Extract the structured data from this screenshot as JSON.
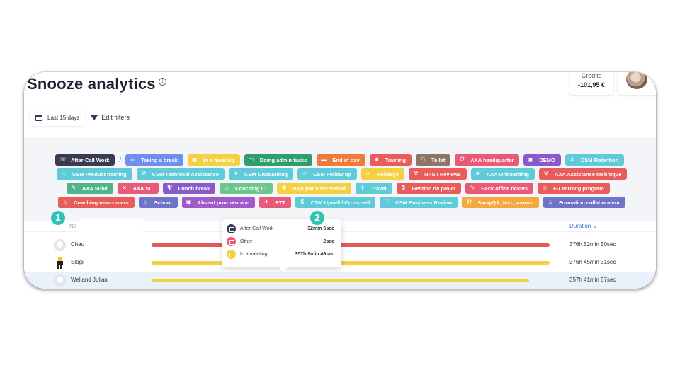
{
  "page": {
    "title": "Snooze analytics",
    "info_icon": "info-icon"
  },
  "credits": {
    "label": "Credits",
    "value": "-101,95 €"
  },
  "filters": {
    "date_label": "Last 15 days",
    "edit_label": "Edit filters"
  },
  "tag_rows": [
    [
      {
        "label": "After-Call Work",
        "color": "#3a3b52",
        "icon": "call-icon"
      },
      {
        "label": "Taking a break",
        "color": "#6e8ff0",
        "icon": "coffee-icon"
      },
      {
        "label": "In a meeting",
        "color": "#f5d142",
        "icon": "briefcase-icon"
      },
      {
        "label": "Doing admin tasks",
        "color": "#2f9e6a",
        "icon": "folder-icon"
      },
      {
        "label": "End of day",
        "color": "#f07a3a",
        "icon": "bed-icon"
      },
      {
        "label": "Training",
        "color": "#e95c5c",
        "icon": "star-icon"
      },
      {
        "label": "Toilet",
        "color": "#8b7768",
        "icon": "people-icon"
      },
      {
        "label": "AXA headquarter",
        "color": "#e95a78",
        "icon": "shield-icon"
      },
      {
        "label": "DEMO",
        "color": "#8a5ac9",
        "icon": "briefcase-icon"
      },
      {
        "label": "CSM Retention",
        "color": "#5fcbd8",
        "icon": "tools-icon"
      }
    ],
    [
      {
        "label": "CSM Product training",
        "color": "#5fcbd8",
        "icon": "graduation-icon"
      },
      {
        "label": "CSM Technical Assistance",
        "color": "#5fcbd8",
        "icon": "wrench-icon"
      },
      {
        "label": "CSM Onboarding",
        "color": "#5fcbd8",
        "icon": "plane-icon"
      },
      {
        "label": "CSM Follow up",
        "color": "#5fcbd8",
        "icon": "user-icon"
      },
      {
        "label": "Holidays",
        "color": "#f5d142",
        "icon": "plane-icon"
      },
      {
        "label": "NPS / Reviews",
        "color": "#e95c5c",
        "icon": "wrench-icon"
      },
      {
        "label": "AXA Onboarding",
        "color": "#5fcbd8",
        "icon": "plane-icon"
      },
      {
        "label": "AXA Assistance technique",
        "color": "#e95c5c",
        "icon": "wrench-icon"
      }
    ],
    [
      {
        "label": "AXA Suivi",
        "color": "#4fb58a",
        "icon": "pencil-icon"
      },
      {
        "label": "AXA SC",
        "color": "#e95a78",
        "icon": "tools-icon"
      },
      {
        "label": "Lunch break",
        "color": "#8a5ac9",
        "icon": "fork-icon"
      },
      {
        "label": "Coaching L1",
        "color": "#6bc78c",
        "icon": "graduation-icon"
      },
      {
        "label": "Baja por enfermedad",
        "color": "#f5d142",
        "icon": "bandage-icon"
      },
      {
        "label": "Travel",
        "color": "#5fcbd8",
        "icon": "plane-icon"
      },
      {
        "label": "Gestion de projet",
        "color": "#e95c5c",
        "icon": "dollar-icon"
      },
      {
        "label": "Back office tickets",
        "color": "#e95a78",
        "icon": "pencil-icon"
      },
      {
        "label": "E-Learning program",
        "color": "#e95c5c",
        "icon": "user-icon"
      }
    ],
    [
      {
        "label": "Coaching newcomers",
        "color": "#e95c5c",
        "icon": "graduation-icon"
      },
      {
        "label": "School",
        "color": "#6f74c9",
        "icon": "graduation-icon"
      },
      {
        "label": "Absent pour réunion",
        "color": "#a05ac9",
        "icon": "briefcase-icon"
      },
      {
        "label": "RTT",
        "color": "#e95a78",
        "icon": "plane-icon"
      },
      {
        "label": "CSM Upsell / Cross sell",
        "color": "#5fcbd8",
        "icon": "dollar-icon"
      },
      {
        "label": "CSM Business Review",
        "color": "#5fcbd8",
        "icon": "heart-icon"
      },
      {
        "label": "SamyQA_test_snooze",
        "color": "#f5a742",
        "icon": "wrench-icon"
      },
      {
        "label": "Formation collaborateur",
        "color": "#6f74c9",
        "icon": "graduation-icon"
      }
    ]
  ],
  "table": {
    "sort_header": "Na",
    "duration_header": "Duration",
    "rows": [
      {
        "name": "Chau",
        "duration": "376h 52min 50sec",
        "bar_color": "#e05a5a",
        "bar_fraction": 1.0
      },
      {
        "name": "Slogi",
        "duration": "376h 45min 31sec",
        "bar_color": "#f5d142",
        "bar_fraction": 0.9998
      },
      {
        "name": "Welland Julian",
        "duration": "357h 41min 57sec",
        "bar_color": "#f5d142",
        "bar_fraction": 0.9492
      }
    ]
  },
  "tooltip": {
    "items": [
      {
        "label": "After-Call Work",
        "value": "32min 6sec",
        "color": "#3a3b52"
      },
      {
        "label": "Other",
        "value": "2sec",
        "color": "#e95a78"
      },
      {
        "label": "In a meeting",
        "value": "357h 9min 49sec",
        "color": "#f5d142"
      }
    ]
  },
  "badges": [
    "1",
    "2"
  ]
}
